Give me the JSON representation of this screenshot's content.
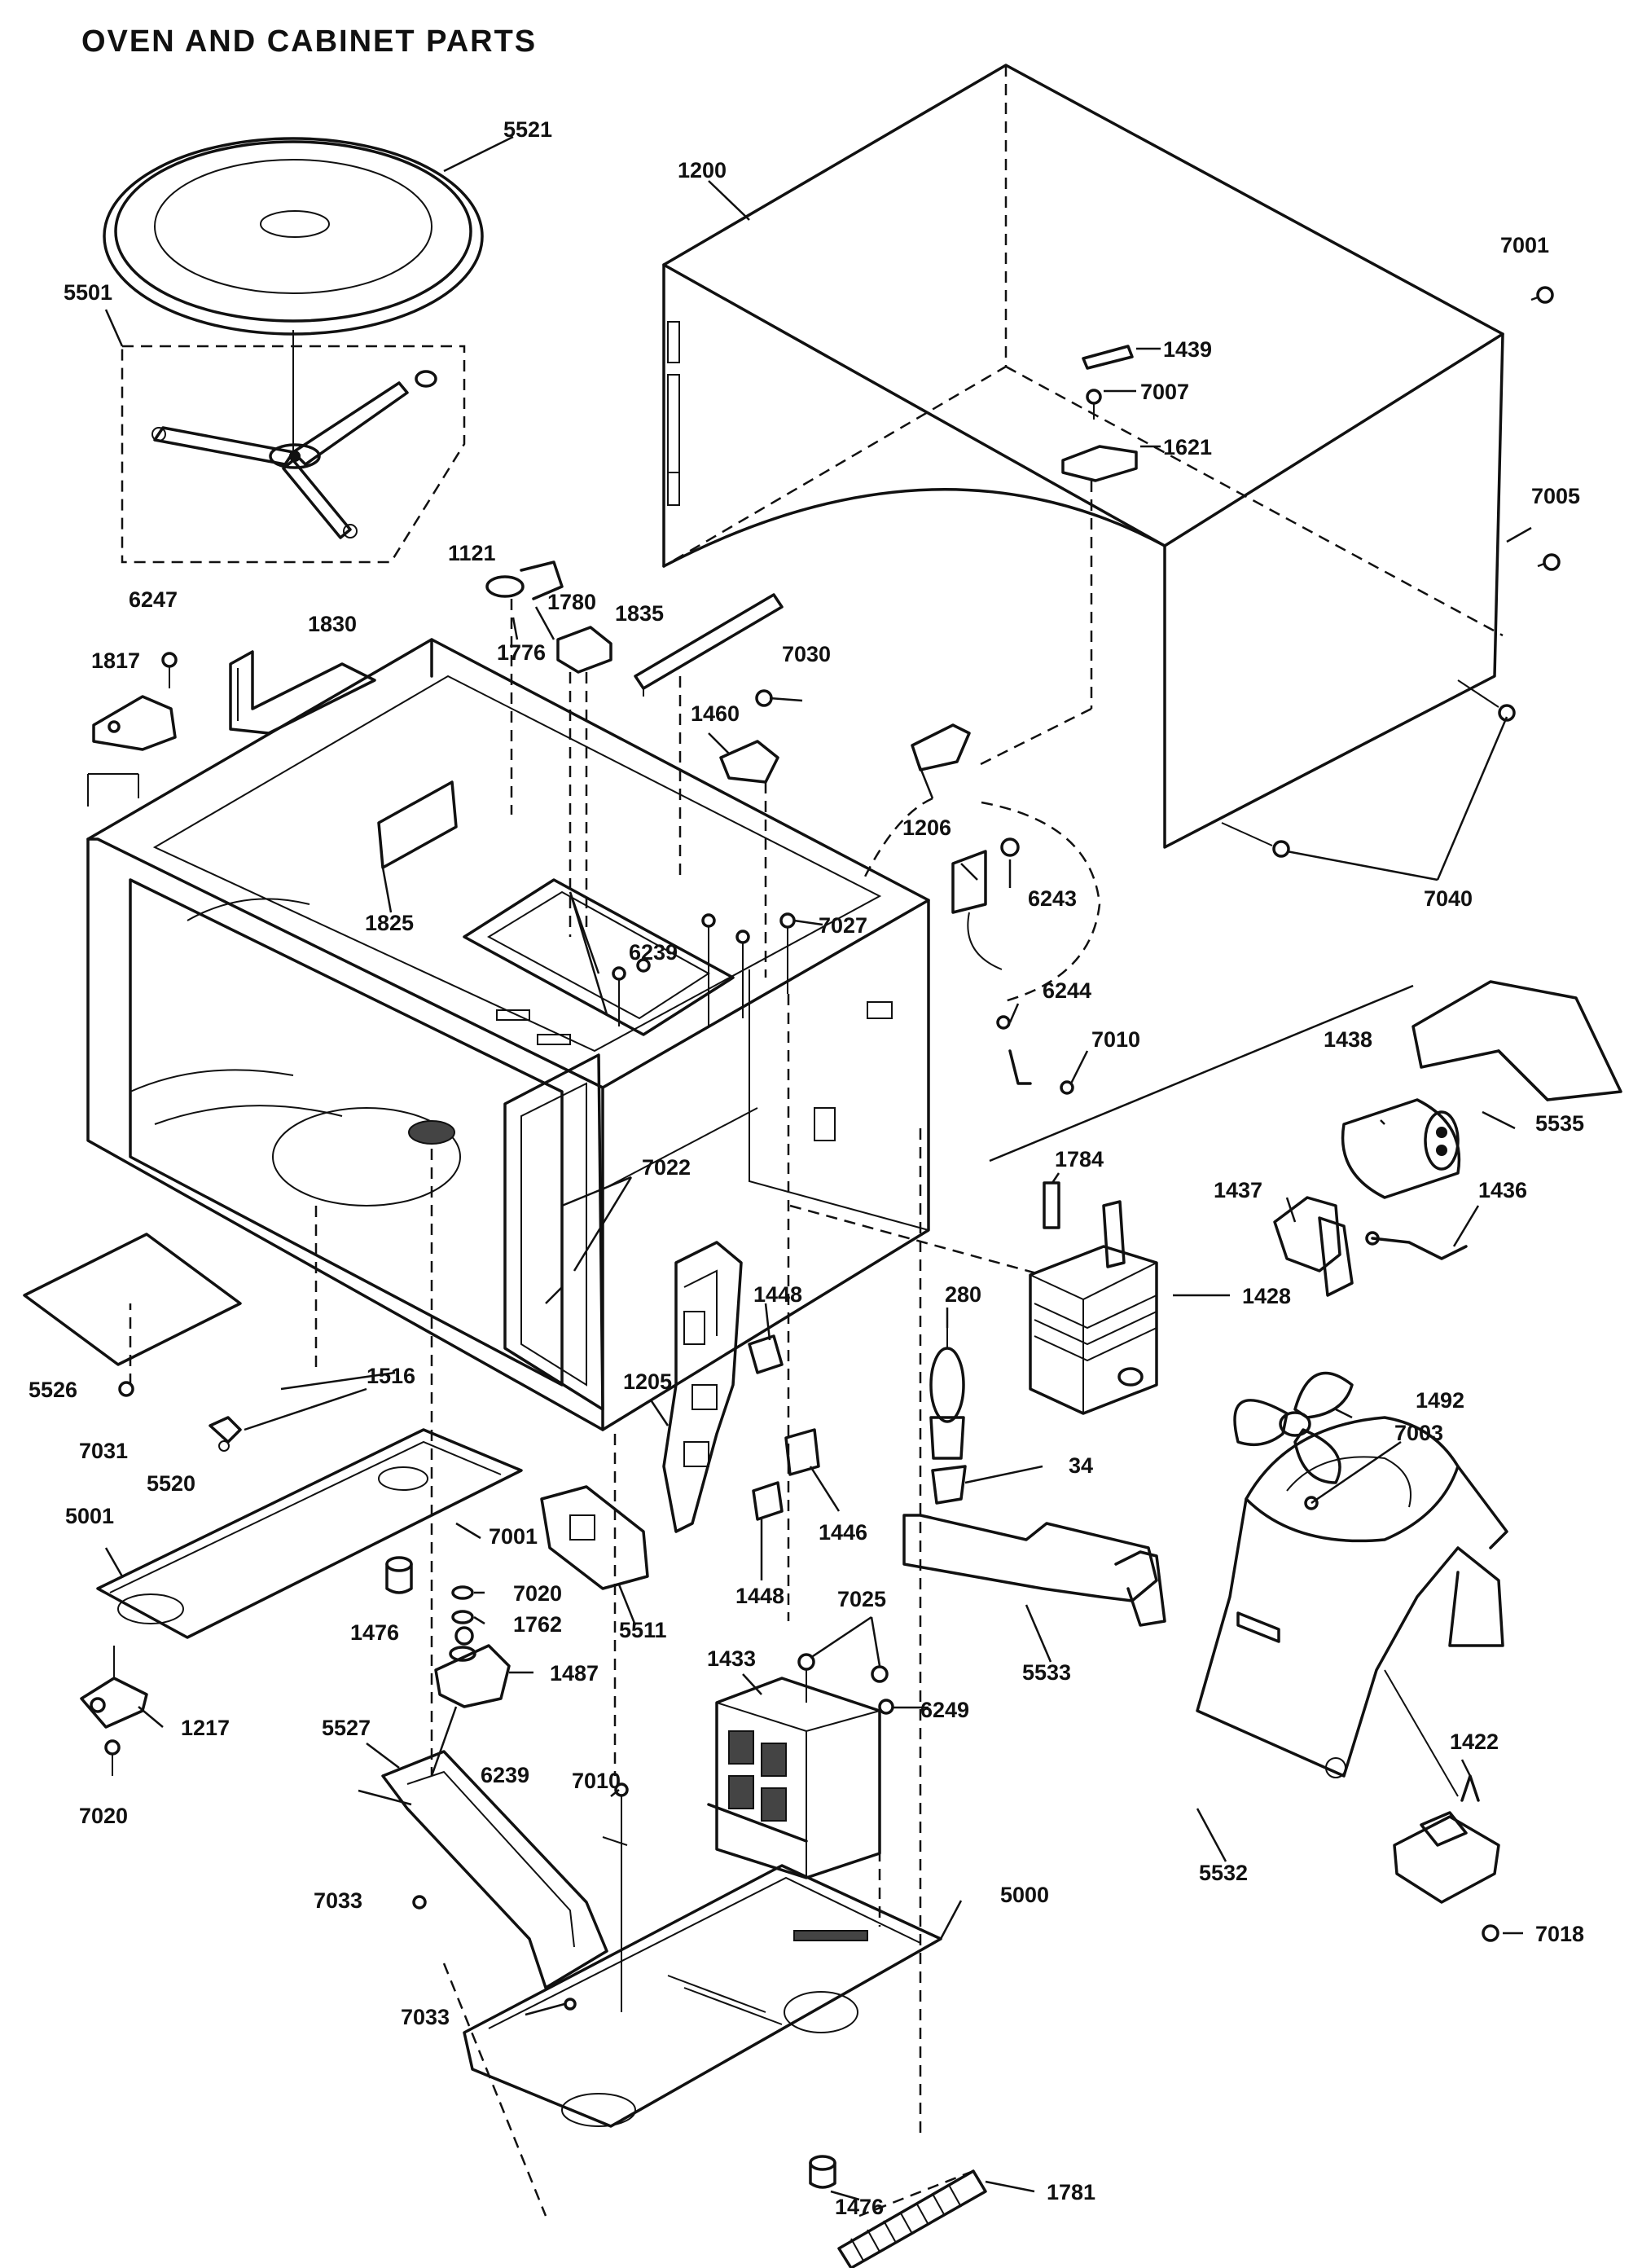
{
  "title": "OVEN AND CABINET  PARTS",
  "labels": {
    "5521": "5521",
    "5501": "5501",
    "1200": "1200",
    "7001a": "7001",
    "1439": "1439",
    "7007": "7007",
    "1621": "1621",
    "7005": "7005",
    "1121": "1121",
    "1780": "1780",
    "1776": "1776",
    "1835": "1835",
    "6247": "6247",
    "1830": "1830",
    "1817": "1817",
    "7030": "7030",
    "1460": "1460",
    "1206": "1206",
    "6243": "6243",
    "7040": "7040",
    "1825": "1825",
    "6239a": "6239",
    "7027": "7027",
    "6244": "6244",
    "7010a": "7010",
    "1438": "1438",
    "5535": "5535",
    "1784": "1784",
    "1437": "1437",
    "1436": "1436",
    "7022": "7022",
    "1448a": "1448",
    "280": "280",
    "1428": "1428",
    "5526": "5526",
    "1516": "1516",
    "1205": "1205",
    "1492": "1492",
    "7003": "7003",
    "7031": "7031",
    "5520": "5520",
    "34": "34",
    "5001": "5001",
    "7001b": "7001",
    "1446": "1446",
    "7020a": "7020",
    "1448b": "1448",
    "1476a": "1476",
    "1762": "1762",
    "5511": "5511",
    "7025": "7025",
    "5533": "5533",
    "1487": "1487",
    "1433": "1433",
    "1217": "1217",
    "6249": "6249",
    "5527": "5527",
    "6239b": "6239",
    "7010b": "7010",
    "7020b": "7020",
    "1422": "1422",
    "7033a": "7033",
    "5532": "5532",
    "7018": "7018",
    "5000": "5000",
    "7033b": "7033",
    "1476b": "1476",
    "1781": "1781"
  }
}
